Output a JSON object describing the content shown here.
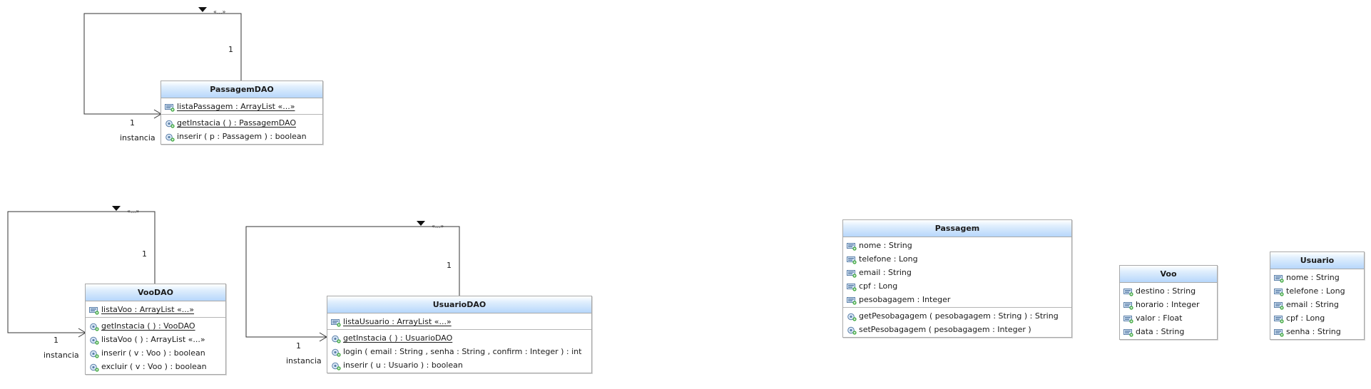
{
  "classes": {
    "passagemdao": {
      "name": "PassagemDAO",
      "attributes": [
        "listaPassagem : ArrayList «...»"
      ],
      "methods": [
        "getInstacia ( ) :  PassagemDAO",
        "inserir ( p : Passagem ) :  boolean"
      ]
    },
    "voodao": {
      "name": "VooDAO",
      "attributes": [
        "listaVoo : ArrayList «...»"
      ],
      "methods": [
        "getInstacia ( ) :  VooDAO",
        "listaVoo ( ) :  ArrayList «...»",
        "inserir ( v : Voo ) :  boolean",
        "excluir ( v : Voo ) :  boolean"
      ]
    },
    "usuariodao": {
      "name": "UsuarioDAO",
      "attributes": [
        "listaUsuario : ArrayList «...»"
      ],
      "methods": [
        "getInstacia ( ) :  UsuarioDAO",
        "login ( email : String , senha : String , confirm : Integer ) :  int",
        "inserir ( u : Usuario ) :  boolean"
      ]
    },
    "passagem": {
      "name": "Passagem",
      "attributes": [
        "nome : String",
        "telefone : Long",
        "email : String",
        "cpf : Long",
        "pesobagagem : Integer"
      ],
      "methods": [
        "getPesobagagem ( pesobagagem : String ) :  String",
        "setPesobagagem ( pesobagagem : Integer )"
      ]
    },
    "voo": {
      "name": "Voo",
      "attributes": [
        "destino : String",
        "horario : Integer",
        "valor : Float",
        "data : String"
      ]
    },
    "usuario": {
      "name": "Usuario",
      "attributes": [
        "nome : String",
        "telefone : Long",
        "email : String",
        "cpf : Long",
        "senha : String"
      ]
    }
  },
  "associations": {
    "passagemdao": {
      "stereotype": "«...»",
      "source_mult": "1",
      "target_mult": "1",
      "role": "instancia"
    },
    "voodao": {
      "stereotype": "«...»",
      "source_mult": "1",
      "target_mult": "1",
      "role": "instancia"
    },
    "usuariodao": {
      "stereotype": "«...»",
      "source_mult": "1",
      "target_mult": "1",
      "role": "instancia"
    }
  },
  "colors": {
    "header_top": "#ffffff",
    "header_bottom": "#b7d7fb",
    "border": "#a9a9a9",
    "line": "#333333"
  },
  "icons": {
    "attribute": "field-icon",
    "method": "method-icon"
  }
}
